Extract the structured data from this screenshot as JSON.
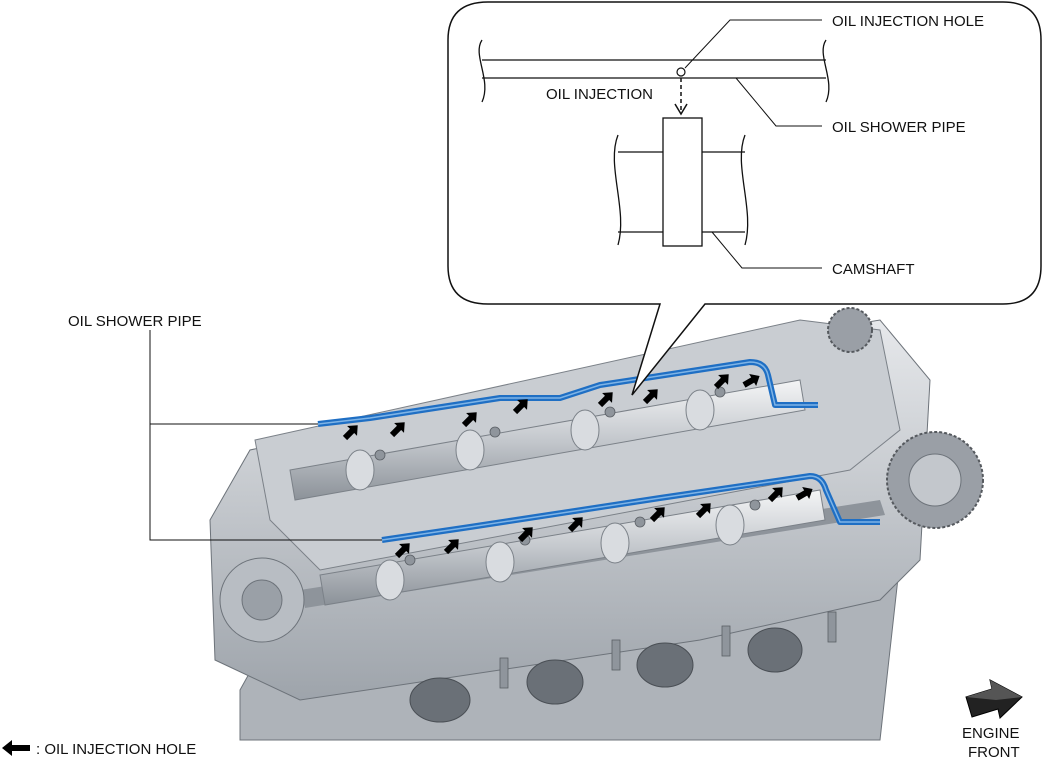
{
  "callout": {
    "oil_injection_hole": "OIL INJECTION HOLE",
    "oil_injection": "OIL INJECTION",
    "oil_shower_pipe": "OIL SHOWER PIPE",
    "camshaft": "CAMSHAFT"
  },
  "main": {
    "oil_shower_pipe": "OIL SHOWER PIPE"
  },
  "legend": {
    "text": ": OIL INJECTION HOLE",
    "icon": "left-arrow-icon"
  },
  "engine_front": {
    "line1": "ENGINE",
    "line2": "FRONT",
    "icon": "engine-front-arrow-icon"
  },
  "colors": {
    "pipe": "#1f6fc4",
    "arrow": "#000000",
    "engine_body": "#b9bec4"
  }
}
